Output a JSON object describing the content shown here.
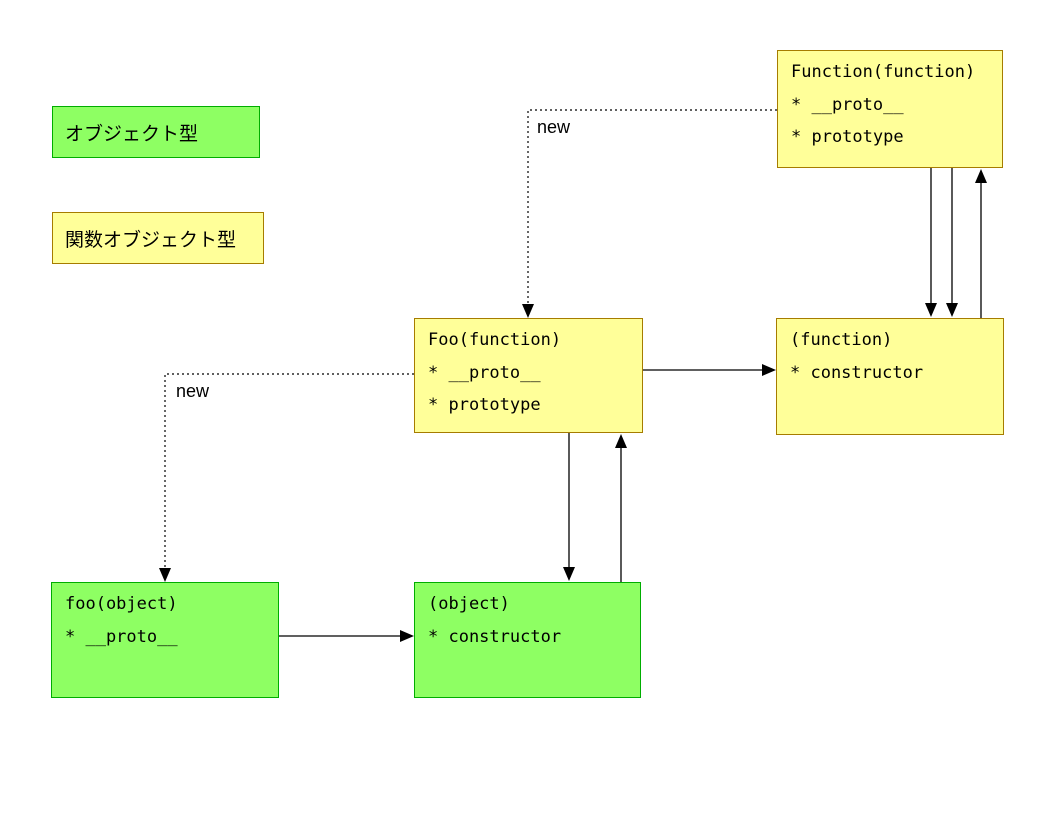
{
  "diagram": {
    "legend": [
      {
        "label": "オブジェクト型",
        "kind": "object-type"
      },
      {
        "label": "関数オブジェクト型",
        "kind": "function-object-type"
      }
    ],
    "nodes": {
      "function_ctor": {
        "title": "Function(function)",
        "fields": [
          "* __proto__",
          "* prototype"
        ]
      },
      "foo_ctor": {
        "title": "Foo(function)",
        "fields": [
          "* __proto__",
          "* prototype"
        ]
      },
      "function_proto": {
        "title": "(function)",
        "fields": [
          "* constructor"
        ]
      },
      "foo_instance": {
        "title": "foo(object)",
        "fields": [
          "* __proto__"
        ]
      },
      "object_proto": {
        "title": "(object)",
        "fields": [
          "* constructor"
        ]
      }
    },
    "edges": [
      {
        "from": "Function(function).__proto__",
        "to": "(function)",
        "style": "solid"
      },
      {
        "from": "Function(function).prototype",
        "to": "(function)",
        "style": "solid"
      },
      {
        "from": "(function).constructor",
        "to": "Function(function)",
        "style": "solid"
      },
      {
        "from": "Foo(function).__proto__",
        "to": "(function)",
        "style": "solid"
      },
      {
        "from": "Foo(function).prototype",
        "to": "(object)",
        "style": "solid"
      },
      {
        "from": "(object).constructor",
        "to": "Foo(function)",
        "style": "solid"
      },
      {
        "from": "foo(object).__proto__",
        "to": "(object)",
        "style": "solid"
      },
      {
        "from": "Function(function)",
        "to": "Foo(function)",
        "style": "dotted",
        "label": "new"
      },
      {
        "from": "Foo(function)",
        "to": "foo(object)",
        "style": "dotted",
        "label": "new"
      }
    ],
    "colors": {
      "object_fill": "#8eff63",
      "object_border": "#00ad00",
      "function_fill": "#ffff99",
      "function_border": "#a67c00",
      "line": "#000000",
      "background": "#ffffff"
    }
  }
}
